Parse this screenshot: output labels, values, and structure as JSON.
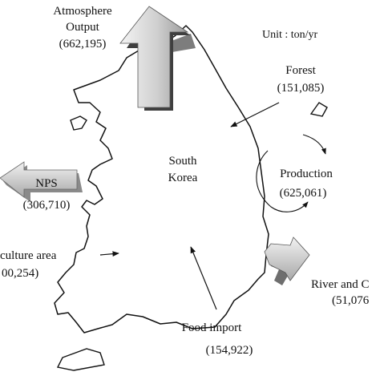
{
  "unit_label": "Unit : ton/yr",
  "country": {
    "line1": "South",
    "line2": "Korea"
  },
  "flows": {
    "atmosphere": {
      "line1": "Atmosphere",
      "line2": "Output",
      "value": "(662,195)"
    },
    "forest": {
      "label": "Forest",
      "value": "(151,085)"
    },
    "production": {
      "label": "Production",
      "value": "(625,061)"
    },
    "nps": {
      "label": "NPS",
      "value": "(306,710)"
    },
    "agriculture": {
      "label": "culture area",
      "value": "00,254)"
    },
    "river": {
      "label": "River and C",
      "value": "(51,076"
    },
    "food_import": {
      "label": "Food import",
      "value": "(154,922)"
    }
  }
}
